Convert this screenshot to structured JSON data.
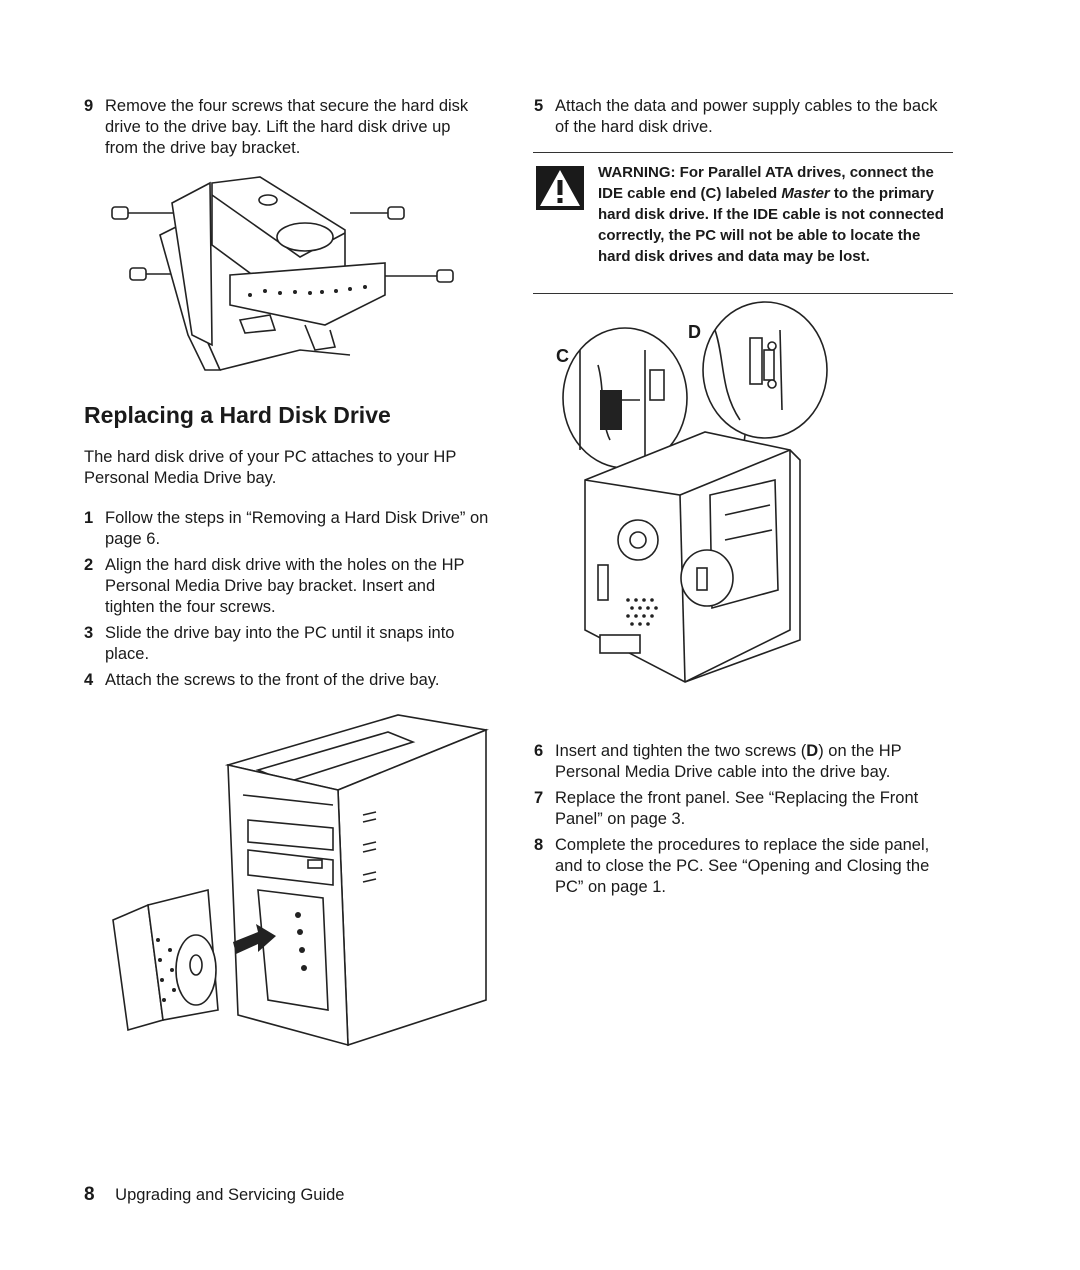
{
  "left_column": {
    "step9": {
      "num": "9",
      "text": "Remove the four screws that secure the hard disk drive to the drive bay. Lift the hard disk drive up from the drive bay bracket."
    },
    "heading": "Replacing a Hard Disk Drive",
    "intro": "The hard disk drive of your PC attaches to your HP Personal Media Drive bay.",
    "steps": [
      {
        "num": "1",
        "text": "Follow the steps in “Removing a Hard Disk Drive” on page 6."
      },
      {
        "num": "2",
        "text": "Align the hard disk drive with the holes on the HP Personal Media Drive bay bracket. Insert and tighten the four screws."
      },
      {
        "num": "3",
        "text": "Slide the drive bay into the PC until it snaps into place."
      },
      {
        "num": "4",
        "text": "Attach the screws to the front of the drive bay."
      }
    ]
  },
  "right_column": {
    "step5": {
      "num": "5",
      "text": "Attach the data and power supply cables to the back of the hard disk drive."
    },
    "warning": {
      "part1": "WARNING: For Parallel ATA drives, connect the IDE cable end (C) labeled ",
      "italic": "Master",
      "part2": " to the primary hard disk drive. If the IDE cable is not connected correctly, the PC will not be able to locate the hard disk drives and data may be lost."
    },
    "callout_c": "C",
    "callout_d": "D",
    "step6": {
      "num": "6",
      "text_before": "Insert and tighten the two screws (",
      "bold": "D",
      "text_after": ") on the HP Personal Media Drive cable into the drive bay."
    },
    "steps_after": [
      {
        "num": "7",
        "text": "Replace the front panel. See “Replacing the Front Panel” on page 3."
      },
      {
        "num": "8",
        "text": "Complete the procedures to replace the side panel, and to close the PC. See “Opening and Closing the PC” on page 1."
      }
    ]
  },
  "footer": {
    "page_number": "8",
    "title": "Upgrading and Servicing Guide"
  }
}
